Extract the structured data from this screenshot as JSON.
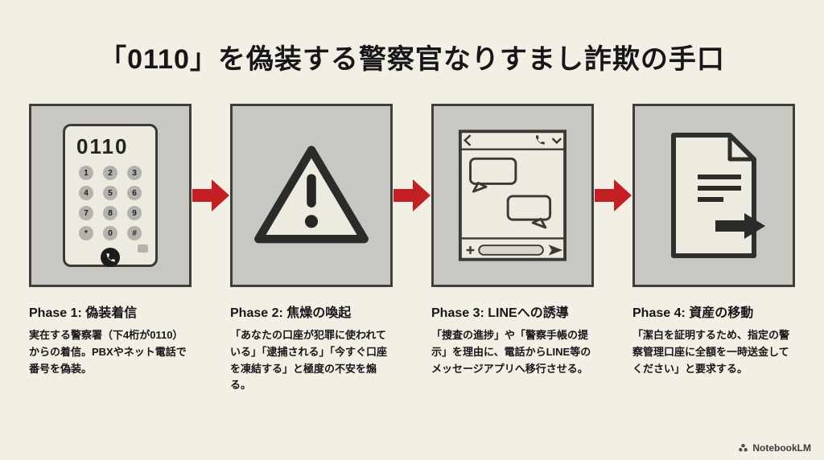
{
  "title": "「0110」を偽装する警察官なりすまし詐欺の手口",
  "phases": [
    {
      "heading": "Phase 1: 偽装着信",
      "description": "実在する警察署（下4桁が0110）からの着信。PBXやネット電話で番号を偽装。",
      "icon": "phone-keypad-icon",
      "display": "0110",
      "keypad": [
        "1",
        "2",
        "3",
        "4",
        "5",
        "6",
        "7",
        "8",
        "9",
        "*",
        "0",
        "#"
      ]
    },
    {
      "heading": "Phase 2: 焦燥の喚起",
      "description": "「あなたの口座が犯罪に使われている」「逮捕される」「今すぐ口座を凍結する」と極度の不安を煽る。",
      "icon": "warning-triangle-icon"
    },
    {
      "heading": "Phase 3: LINEへの誘導",
      "description": "「捜査の進捗」や「警察手帳の提示」を理由に、電話からLINE等のメッセージアプリへ移行させる。",
      "icon": "chat-window-icon"
    },
    {
      "heading": "Phase 4: 資産の移動",
      "description": "「潔白を証明するため、指定の警察管理口座に全額を一時送金してください」と要求する。",
      "icon": "document-transfer-icon"
    }
  ],
  "icons": {
    "flow_arrow": "flow-arrow-icon",
    "footer_logo": "notebooklm-logo-icon"
  },
  "colors": {
    "background": "#f3efe5",
    "panel_bg": "#c9c7c1",
    "panel_border": "#3f3e3b",
    "arrow_red": "#c32024",
    "ink": "#17171a",
    "icon_fill": "#edebdf"
  },
  "footer": {
    "brand": "NotebookLM"
  }
}
